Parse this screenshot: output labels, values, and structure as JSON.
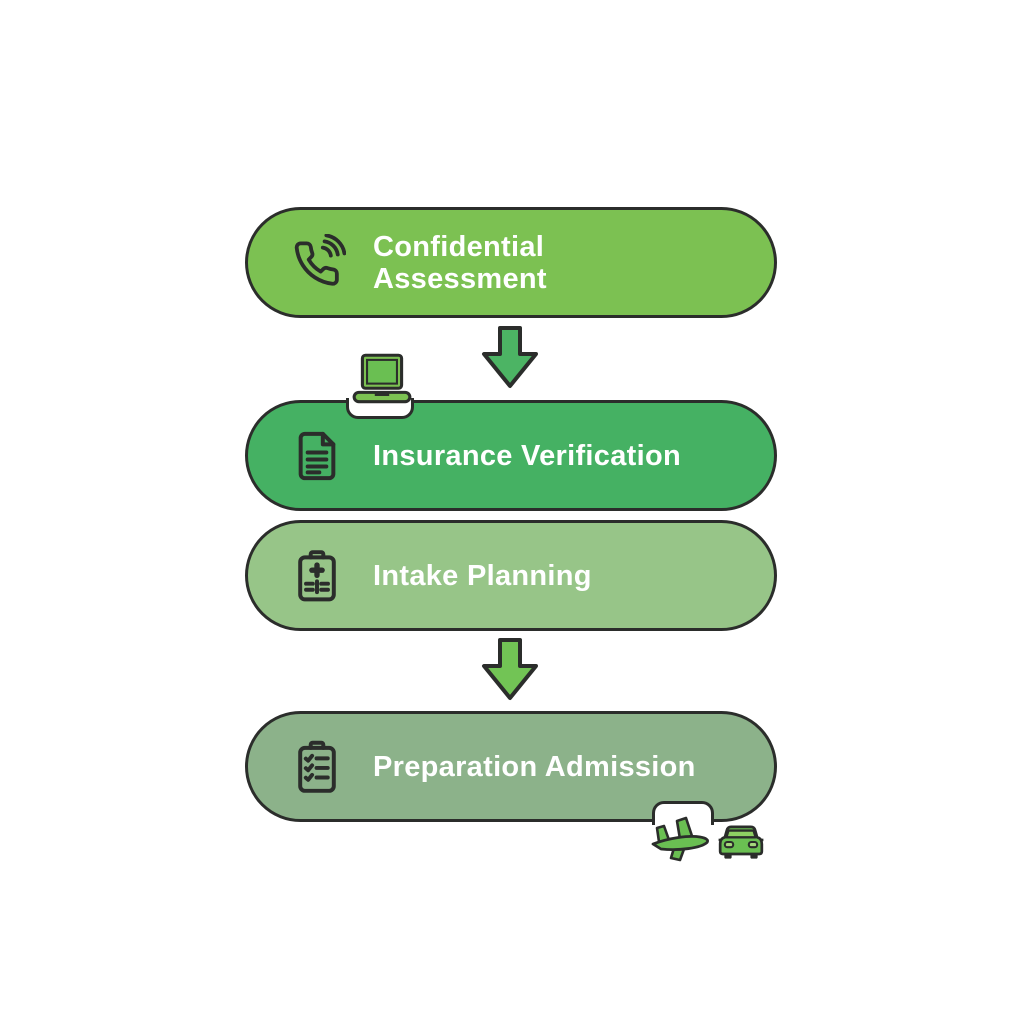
{
  "diagram": {
    "name": "admission-process-flow",
    "background": "#ffffff"
  },
  "colors": {
    "outline": "#2b2d2b",
    "step1": "#7cc152",
    "step2": "#45b163",
    "step3": "#97c588",
    "step4": "#8cb28a",
    "arrow1": "#4cb464",
    "arrow2": "#72c455",
    "label_text": "#ffffff",
    "icon_accent": "#6abf52"
  },
  "steps": [
    {
      "label": "Confidential\nAssessment",
      "icon": "phone-call-icon"
    },
    {
      "label": "Insurance Verification",
      "icon": "document-icon"
    },
    {
      "label": "Intake Planning",
      "icon": "medical-clipboard-icon"
    },
    {
      "label": "Preparation Admission",
      "icon": "checklist-clipboard-icon"
    }
  ],
  "connectors": [
    {
      "icon": "down-arrow-icon"
    },
    {
      "icon": "down-arrow-icon"
    }
  ],
  "decorations": [
    {
      "icon": "laptop-icon"
    },
    {
      "icon": "airplane-icon"
    },
    {
      "icon": "car-icon"
    }
  ]
}
